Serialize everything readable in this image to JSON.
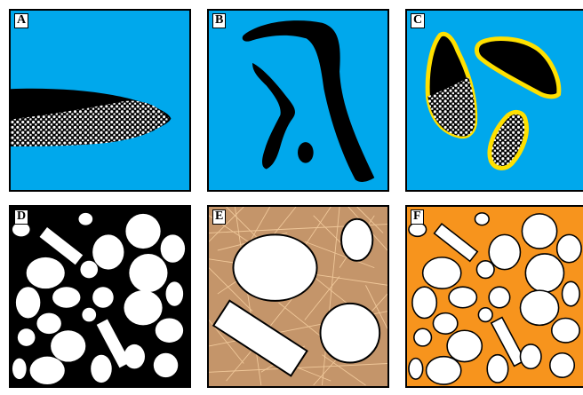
{
  "colors": {
    "sky": "#00a8ec",
    "black": "#000000",
    "white": "#ffffff",
    "yellow": "#ffe000",
    "tan": "#c4956a",
    "fiber": "#f0c89a",
    "orange": "#f7941d"
  },
  "panels": [
    {
      "id": "a",
      "label": "A"
    },
    {
      "id": "b",
      "label": "B"
    },
    {
      "id": "c",
      "label": "C"
    },
    {
      "id": "d",
      "label": "D"
    },
    {
      "id": "e",
      "label": "E"
    },
    {
      "id": "f",
      "label": "F"
    }
  ]
}
